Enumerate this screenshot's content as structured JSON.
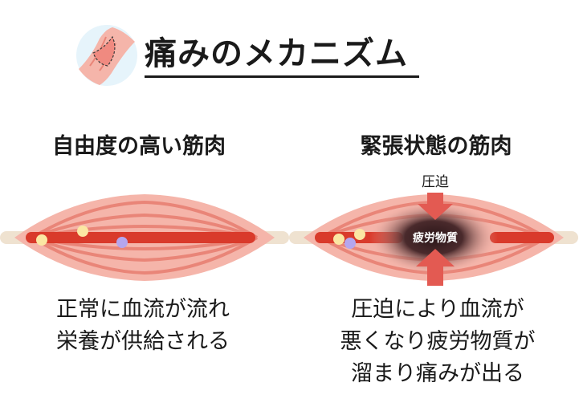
{
  "title": "痛みのメカニズム",
  "left_panel": {
    "heading": "自由度の高い筋肉",
    "caption_lines": [
      "正常に血流が流れ",
      "栄養が供給される"
    ]
  },
  "right_panel": {
    "heading": "緊張状態の筋肉",
    "pressure_label": "圧迫",
    "substance_label": "疲労物質",
    "caption_lines": [
      "圧迫により血流が",
      "悪くなり疲労物質が",
      "溜まり痛みが出る"
    ]
  },
  "colors": {
    "muscle_fill": "#f5b5aa",
    "muscle_stripe": "#e98578",
    "vessel": "#d93a2b",
    "tendon": "#efe2d0",
    "arrow": "#e35a52",
    "nutrient_yellow": "#fbe7a3",
    "nutrient_purple": "#b5a6ee",
    "icon_bg": "#e6f4fb"
  }
}
